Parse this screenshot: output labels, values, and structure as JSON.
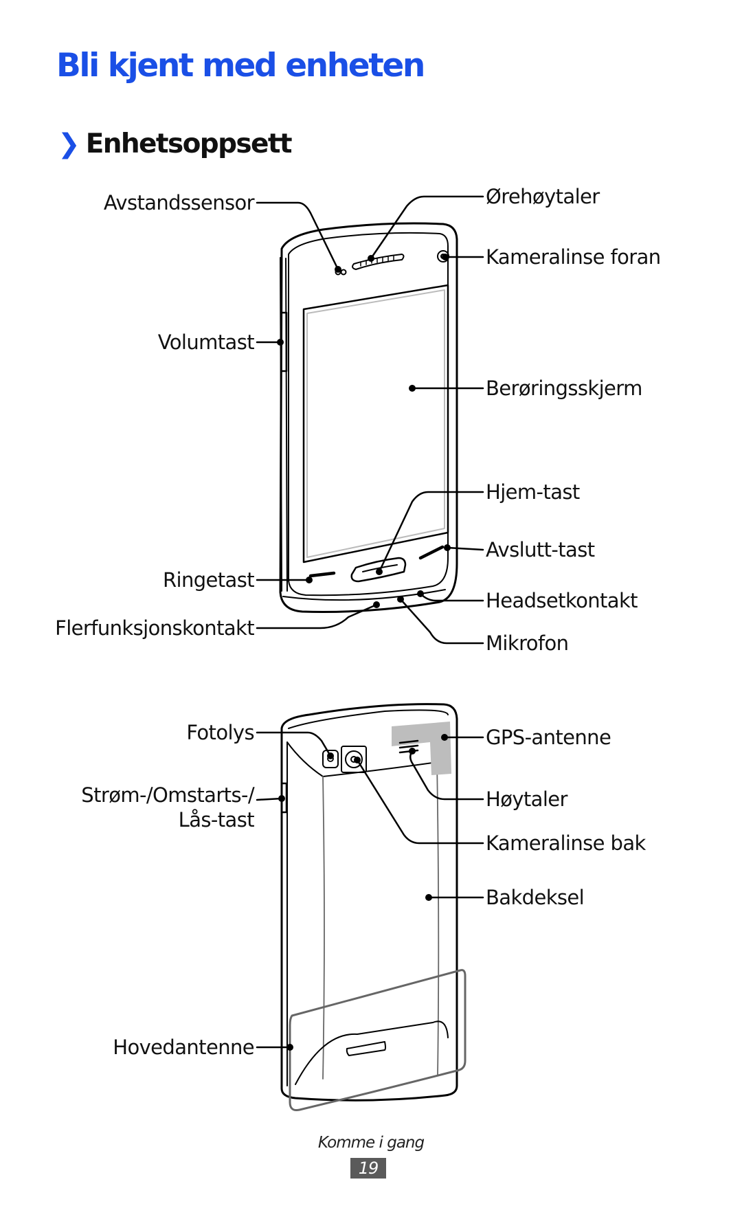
{
  "page": {
    "title": "Bli kjent med enheten",
    "section_chevron": "❯",
    "section_title": "Enhetsoppsett"
  },
  "front_labels": {
    "proximity_sensor": "Avstandssensor",
    "volume_key": "Volumtast",
    "dial_key": "Ringetast",
    "multifunction_jack": "Flerfunksjonskontakt",
    "earpiece": "Ørehøytaler",
    "front_camera": "Kameralinse foran",
    "touchscreen": "Berøringsskjerm",
    "home_key": "Hjem-tast",
    "end_key": "Avslutt-tast",
    "headset_jack": "Headsetkontakt",
    "microphone": "Mikrofon"
  },
  "back_labels": {
    "flash": "Fotolys",
    "power_key_line1": "Strøm-/Omstarts-/",
    "power_key_line2": "Lås-tast",
    "main_antenna": "Hovedantenne",
    "gps_antenna": "GPS-antenne",
    "speaker": "Høytaler",
    "rear_camera": "Kameralinse bak",
    "back_cover": "Bakdeksel"
  },
  "footer": {
    "section_name": "Komme i gang",
    "page_number": "19"
  },
  "colors": {
    "heading_blue": "#1a4fe6",
    "antenna_highlight": "#bdbdbd",
    "page_number_bg": "#5a5a5a"
  }
}
